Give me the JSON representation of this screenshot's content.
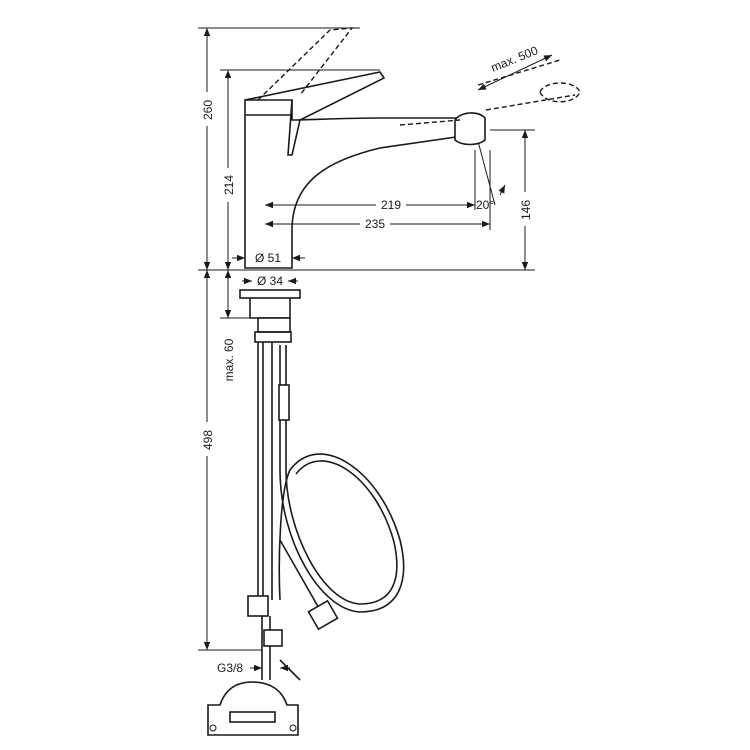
{
  "drawing": {
    "dimensions": {
      "total_height": "260",
      "spout_height": "214",
      "pullout_length": "max. 500",
      "reach_219": "219",
      "reach_235": "235",
      "swivel_angle": "20°",
      "outlet_height": "146",
      "base_diameter": "Ø 51",
      "hole_diameter": "Ø 34",
      "deck_thickness": "max. 60",
      "below_deck_length": "498",
      "connection": "G3/8"
    },
    "line_color": "#1a1a1a"
  }
}
